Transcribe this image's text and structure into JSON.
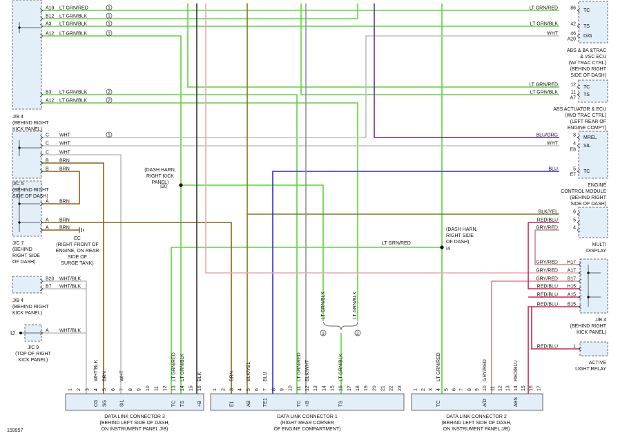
{
  "figure_id": "159957",
  "components": {
    "jb4_top": {
      "lines": [
        "J/B 4",
        "(BEHIND RIGHT",
        "KICK PANEL)"
      ]
    },
    "jc5": {
      "lines": [
        "J/C 5",
        "(BEHIND RIGHT",
        "SIDE OF DASH)"
      ]
    },
    "jc7": {
      "lines": [
        "J/C 7",
        "(BEHIND",
        "RIGHT SIDE",
        "OF DASH)"
      ]
    },
    "ec": {
      "lines": [
        "EC",
        "(RIGHT FRONT OF",
        "ENGINE, ON REAR",
        "SIDE OF",
        "SURGE TANK)"
      ]
    },
    "jb4_mid": {
      "lines": [
        "J/B 4",
        "(BEHIND RIGHT",
        "KICK PANEL)"
      ]
    },
    "jc9": {
      "lines": [
        "J/C 9",
        "(TOP OF RIGHT",
        "KICK PANEL)"
      ]
    },
    "ij": "IJ",
    "abs_vsc_ecu": {
      "lines": [
        "ABS & BA &TRAC",
        "& VSC ECU",
        "(W/ TRAC CTRL)",
        "(BEHIND RIGHT",
        "SIDE OF DASH)"
      ]
    },
    "abs_actuator": {
      "lines": [
        "ABS ACTUATOR & ECU",
        "(W/O TRAC CTRL)",
        "(LEFT REAR OF",
        "ENGINE COMPT)"
      ]
    },
    "ecm": {
      "lines": [
        "ENGINE",
        "CONTROL MODULE",
        "(BEHIND RIGHT",
        "SIDE OF DASH)"
      ]
    },
    "multi_display": {
      "lines": [
        "MULTI",
        "DISPLAY"
      ]
    },
    "jb4_right": {
      "lines": [
        "J/B 4",
        "(BEHIND RIGHT",
        "KICK PANEL)"
      ]
    },
    "active_light_relay": {
      "lines": [
        "ACTIVE",
        "LIGHT RELAY"
      ]
    },
    "dash_harn_left": {
      "lines": [
        "(DASH HARN,",
        "RIGHT KICK",
        "PANEL)"
      ]
    },
    "dash_harn_right": {
      "lines": [
        "(DASH HARN,",
        "RIGHT SIDE",
        "OF DASH)"
      ]
    },
    "splice_i20": "I20",
    "splice_i4": "I4",
    "dlc3": {
      "lines": [
        "DATA LINK CONNECTOR 3",
        "(BEHIND LEFT SIDE OF DASH,",
        "ON INSTRUMENT PANEL J/B)"
      ]
    },
    "dlc1": {
      "lines": [
        "DATA LINK CONNECTOR 1",
        "(RIGHT REAR CORNER",
        "OF ENGINE COMPARTMENT)"
      ]
    },
    "dlc2": {
      "lines": [
        "DATA LINK CONNECTOR 2",
        "(BEHIND LEFT SIDE OF DASH,",
        "ON INSTRUMENT PANEL J/B)"
      ]
    }
  },
  "left_connector_labels": [
    {
      "pin": "A19",
      "wire": "LT GRN/RED",
      "circle": "1"
    },
    {
      "pin": "B12",
      "wire": "LT GRN/BLK",
      "circle": "1"
    },
    {
      "pin": "A3",
      "wire": "LT GRN/BLK",
      "circle": "1"
    },
    {
      "pin": "A12",
      "wire": "LT GRN/BLK",
      "circle": "1"
    },
    {
      "pin": "B3",
      "wire": "LT GRN/BLK",
      "circle": "2"
    },
    {
      "pin": "A12",
      "wire": "LT GRN/BLK",
      "circle": "2"
    },
    {
      "pin": "C",
      "wire": "WHT",
      "circle": "1"
    },
    {
      "pin": "C",
      "wire": "WHT",
      "circle": ""
    },
    {
      "pin": "C",
      "wire": "WHT",
      "circle": ""
    },
    {
      "pin": "B",
      "wire": "BRN",
      "circle": ""
    },
    {
      "pin": "B",
      "wire": "BRN",
      "circle": ""
    },
    {
      "pin": "A",
      "wire": "BRN",
      "circle": ""
    },
    {
      "pin": "A",
      "wire": "BRN",
      "circle": ""
    },
    {
      "pin": "A",
      "wire": "BRN",
      "circle": ""
    },
    {
      "pin": "B20",
      "wire": "WHT/BLK",
      "circle": ""
    },
    {
      "pin": "B7",
      "wire": "WHT/BLK",
      "circle": ""
    },
    {
      "pin": "A",
      "wire": "WHT/BLK",
      "circle": ""
    }
  ],
  "right_connector_labels": [
    {
      "wire": "LT GRN/RED",
      "pin": "86",
      "term": "TC"
    },
    {
      "wire": "LT GRN/BLK",
      "pin": "42",
      "term": "TS"
    },
    {
      "wire": "WHT",
      "pin": "46",
      "term": "D/G"
    },
    {
      "wire": "",
      "pin": "A20",
      "term": ""
    },
    {
      "wire": "LT GRN/RED",
      "pin": "12",
      "term": "TC"
    },
    {
      "wire": "LT GRN/BLK",
      "pin": "11",
      "term": "TS"
    },
    {
      "wire": "",
      "pin": "A7",
      "term": ""
    },
    {
      "wire": "BLU/ORG",
      "pin": "8",
      "term": "MREL"
    },
    {
      "wire": "WHT",
      "pin": "4",
      "term": "SIL"
    },
    {
      "wire": "",
      "pin": "E8",
      "term": ""
    },
    {
      "wire": "BLU",
      "pin": "5",
      "term": "TC"
    },
    {
      "wire": "",
      "pin": "E7",
      "term": ""
    },
    {
      "wire": "BLK/YEL",
      "pin": "6",
      "term": ""
    },
    {
      "wire": "RED/BLU",
      "pin": "5",
      "term": ""
    },
    {
      "wire": "GRY/RED",
      "pin": "4",
      "term": ""
    },
    {
      "wire": "GRY/RED",
      "pin": "H17",
      "term": ""
    },
    {
      "wire": "GRY/RED",
      "pin": "A17",
      "term": ""
    },
    {
      "wire": "GRY/RED",
      "pin": "B17",
      "term": ""
    },
    {
      "wire": "RED/BLU",
      "pin": "H15",
      "term": ""
    },
    {
      "wire": "RED/BLU",
      "pin": "A15",
      "term": ""
    },
    {
      "wire": "RED/BLU",
      "pin": "B15",
      "term": ""
    },
    {
      "wire": "RED/BLU",
      "pin": "1",
      "term": ""
    }
  ],
  "mid_labels": {
    "lt_grn_red_i4": "LT GRN/RED",
    "lt_grn_blk_1": "LT GRN/BLK",
    "lt_grn_blk_2": "LT GRN/BLK",
    "circle_1": "1",
    "circle_2": "2"
  },
  "dlc3_wires": [
    {
      "pin": "4",
      "wire": "WHT/BLK"
    },
    {
      "pin": "5",
      "wire": "BRN"
    },
    {
      "pin": "7",
      "wire": "WHT"
    },
    {
      "pin": "13",
      "wire": "LT GRN/RED"
    },
    {
      "pin": "14",
      "wire": "LT GRN/BLK"
    },
    {
      "pin": "16",
      "wire": "BLK"
    }
  ],
  "dlc3_pins": [
    "1",
    "2",
    "3",
    "4",
    "5",
    "6",
    "7",
    "8",
    "9",
    "10",
    "11",
    "12",
    "13",
    "14",
    "15",
    "16"
  ],
  "dlc3_terms": [
    "CG",
    "SG",
    "SIL",
    "TC",
    "TS",
    "+B"
  ],
  "dlc1_wires": [
    {
      "pin": "3",
      "wire": "BRN"
    },
    {
      "pin": "5",
      "wire": "BLK/YEL"
    },
    {
      "pin": "7",
      "wire": "BLU"
    },
    {
      "pin": "11",
      "wire": "LT GRN/RED"
    },
    {
      "pin": "12",
      "wire": "BLK/WHT"
    },
    {
      "pin": "16",
      "wire": "LT GRN/BLK"
    }
  ],
  "dlc1_pins": [
    "1",
    "2",
    "3",
    "4",
    "5",
    "6",
    "7",
    "8",
    "9",
    "10",
    "11",
    "12",
    "13",
    "14",
    "15",
    "16",
    "17",
    "18",
    "19",
    "20",
    "21",
    "22",
    "23"
  ],
  "dlc1_terms": [
    "E1",
    "AB",
    "TE1",
    "TC",
    "+B",
    "TS"
  ],
  "dlc2_wires": [
    {
      "pin": "4",
      "wire": "LT GRN/RED"
    },
    {
      "pin": "10",
      "wire": "GRY/RED"
    },
    {
      "pin": "14",
      "wire": "RED/BLU"
    }
  ],
  "dlc2_pins": [
    "1",
    "2",
    "3",
    "4",
    "5",
    "6",
    "7",
    "8",
    "9",
    "10",
    "11",
    "12",
    "13",
    "14",
    "15",
    "16",
    "17"
  ],
  "dlc2_terms": [
    "TC",
    "A/D",
    "ABS"
  ],
  "colors": {
    "lt_grn": "#5ed43a",
    "brn": "#8a6212",
    "blk_yel": "#7f7a1a",
    "blu": "#2d2bd6",
    "blu_org": "#5a2aa8",
    "wht": "#bdbdbd",
    "blk": "#333333",
    "blk_wht": "#8f8fa3",
    "pink": "#e6a9ad",
    "red_blu": "#c4284e",
    "gry_red": "#c98a8a"
  }
}
